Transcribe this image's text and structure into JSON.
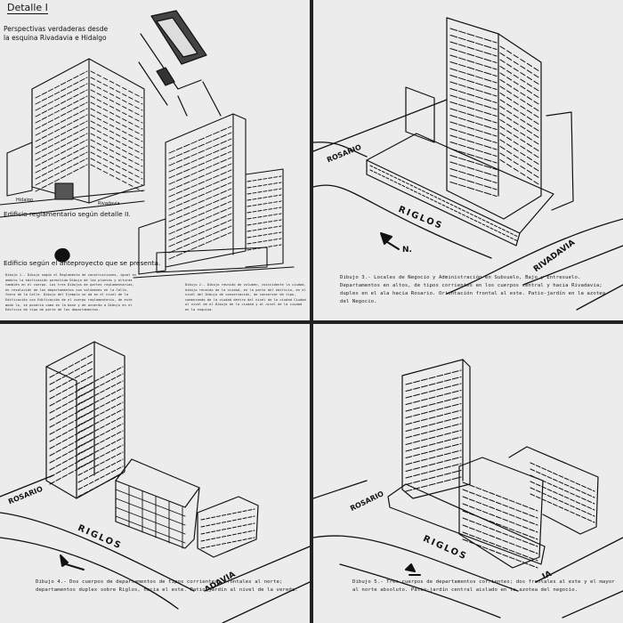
{
  "panel1": {
    "title": "Detalle I",
    "heading": "Perspectivas verdaderas desde\nla esquina Rivadavia e Hidalgo",
    "label_a": "Edificio reglamentario según detalle II.",
    "label_b": "Edificio según el anteproyecto que se presenta.",
    "streets": [
      "Hidalgo",
      "Rivadavia"
    ],
    "caption_left": "Dibujo 1.- Dibujo según el Reglamento de construcciones, igual en ambito la edificación permitida Dibujo de las plantas y alturas también en el cuerpo. Los tres Dibujos de partes reglamentarias, en resolución de los departamentos con volúmenes en la Calle, fuera de la Calle. Dibujo del Ejemplo se da en el nivel de la Edificación con Edificación de el cuerpo reglamentario,  de este modo lo, se pondría como en la base y de acuerdo a Dibujo en el Edificio de tipo de parte de los departamentos.",
    "caption_right": "Dibujo 2.- Dibujo reunido de volumen, coincidente la ciudad, dibujo reunido de la ciudad, en la parte del edificio, en el nivel del  Dibujo de conservación, de conservar de tipo, comenzando de la ciudad dentro del nivel de la ciudad Ciudad al nivel de el Dibujo de la ciudad y al nivel de la ciudad en la esquina."
  },
  "panel2": {
    "streets": [
      "ROSARIO",
      "RIGLOS",
      "RIVADAVIA"
    ],
    "north": "N.",
    "caption": "Dibujo 3.- Locales de Negocio y Administración en Subsuelo, Bajo y Entresuelo. Departamentos en altos, de tipos corrientes en los cuerpos central y hacia Rivadavia; duplex en el ala hacia Rosario. Orientación frontal al este. Patio-jardín en la azotea del Negocio."
  },
  "panel3": {
    "streets": [
      "ROSARIO",
      "RIGLOS",
      "RIVADAVIA"
    ],
    "caption": "Dibujo 4.- Dos cuerpos de departamentos de tipos corrientes, frontales al norte; departamentos duplex sobre Riglos, hacia el este. Patio-jardín al nivel de la vereda."
  },
  "panel4": {
    "streets": [
      "ROSARIO",
      "RIGLOS",
      "RIVADAVIA"
    ],
    "caption": "Dibujo 5.- Tres cuerpos de departamentos corrientes; dos frontales al este y el mayor al norte absoluto. Patio-jardín central aislado en la azotea del negocio."
  }
}
